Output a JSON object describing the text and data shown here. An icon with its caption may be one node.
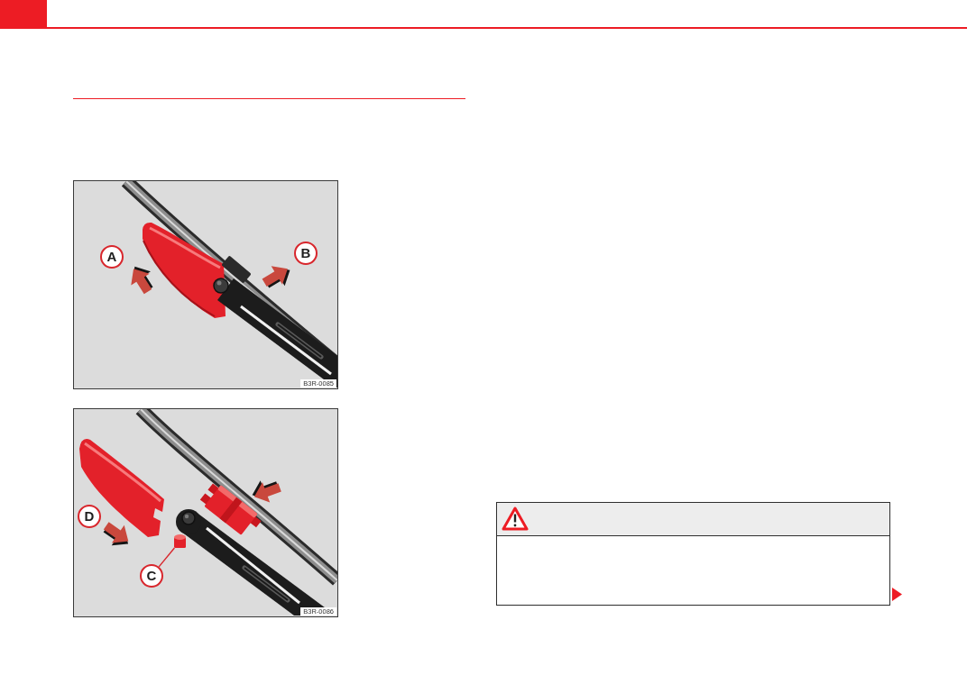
{
  "diagram": {
    "nodes": [
      {
        "text": [
          "A"
        ]
      },
      {
        "text": [
          "B"
        ]
      },
      {
        "text": [
          "D"
        ]
      },
      {
        "text": [
          "C"
        ]
      },
      {
        "text": [],
        "shape": "cylinder"
      }
    ],
    "edges": [
      {
        "from": 3,
        "to": 4,
        "arrow": "none"
      }
    ],
    "labels": [
      "B3R-0085",
      "B3R-0086"
    ]
  }
}
